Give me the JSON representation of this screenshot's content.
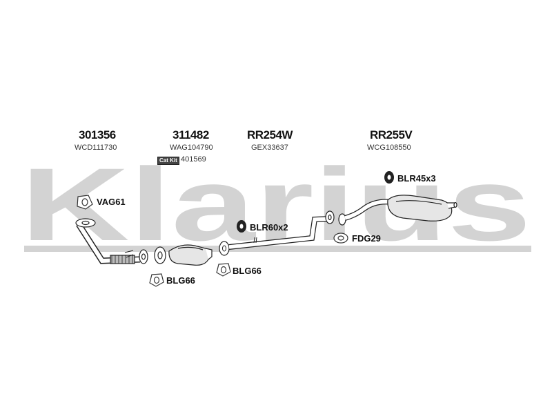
{
  "watermark": {
    "text": "Klarius",
    "color": "#d3d3d3"
  },
  "parts": [
    {
      "part_number": "301356",
      "sub_code": "WCD111730"
    },
    {
      "part_number": "311482",
      "sub_code": "WAG104790",
      "cat_kit_label": "Cat Kit",
      "cat_kit_code": "401569"
    },
    {
      "part_number": "RR254W",
      "sub_code": "GEX33637"
    },
    {
      "part_number": "RR255V",
      "sub_code": "WCG108550"
    }
  ],
  "fittings": {
    "vag61": "VAG61",
    "blg66_left": "BLG66",
    "blg66_right": "BLG66",
    "blr60x2": "BLR60x2",
    "fdg29": "FDG29",
    "blr45x3": "BLR45x3"
  }
}
